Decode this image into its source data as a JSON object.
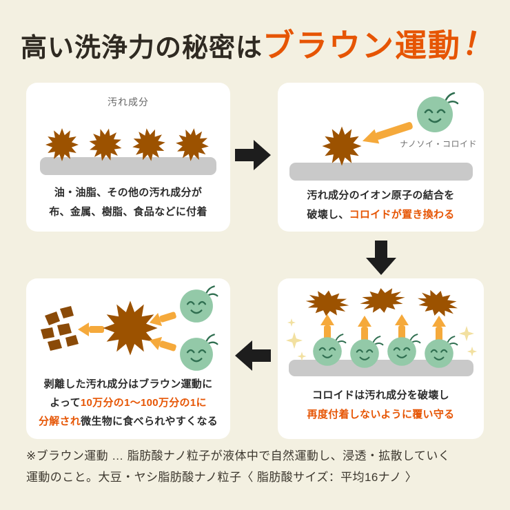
{
  "title": {
    "prefix": "高い洗浄力の秘密は",
    "highlight": "ブラウン運動",
    "bang": "！"
  },
  "panel_dirt": {
    "label": "汚れ成分",
    "caption_line1": "油・油脂、その他の汚れ成分が",
    "caption_line2": "布、金属、樹脂、食品などに付着"
  },
  "panel_replace": {
    "label": "ナノソイ・コロイド",
    "caption_line1": "汚れ成分のイオン原子の結合を",
    "caption_line2_black": "破壊し、",
    "caption_line2_orange": "コロイドが置き換わる"
  },
  "panel_guard": {
    "caption_line1": "コロイドは汚れ成分を破壊し",
    "caption_line2_orange": "再度付着しないように覆い守る"
  },
  "panel_break": {
    "caption_line1": "剥離した汚れ成分はブラウン運動に",
    "caption_line2_black": "よって",
    "caption_line2_orange": "10万分の1〜100万分の1に",
    "caption_line3_orange": "分解され",
    "caption_line3_black": "微生物に食べられやすくなる"
  },
  "footer": {
    "line1": "※ブラウン運動 … 脂肪酸ナノ粒子が液体中で自然運動し、浸透・拡散していく",
    "line2": "運動のこと。大豆・ヤシ脂肪酸ナノ粒子〈 脂肪酸サイズ：平均16ナノ 〉"
  },
  "icons": {
    "dirt-burst-icon": "brown starburst dirt particle",
    "dirt-splat-icon": "brown flattened splat of removed dirt",
    "colloid-icon": "green smiling colloid particle with sprout",
    "crumb-icon": "small brown decomposed dirt fragments",
    "surface-bar": "gray material surface",
    "orange-arrow-icon": "orange action arrow",
    "sparkle-icon": "pale yellow four-point sparkle",
    "flow-arrow-right-icon": "black step arrow right",
    "flow-arrow-down-icon": "black step arrow down",
    "flow-arrow-left-icon": "black step arrow left"
  },
  "colors": {
    "background": "#f3f0e1",
    "accent_orange": "#e65504",
    "dirt_brown": "#9c5200",
    "crumb_brown": "#8a4a08",
    "colloid_green": "#93c9a8",
    "surface_gray": "#c9c9c9",
    "arrow_orange": "#f5a93b",
    "flow_arrow_black": "#1d1d1d",
    "sparkle_yellow": "#f2e0a0"
  }
}
